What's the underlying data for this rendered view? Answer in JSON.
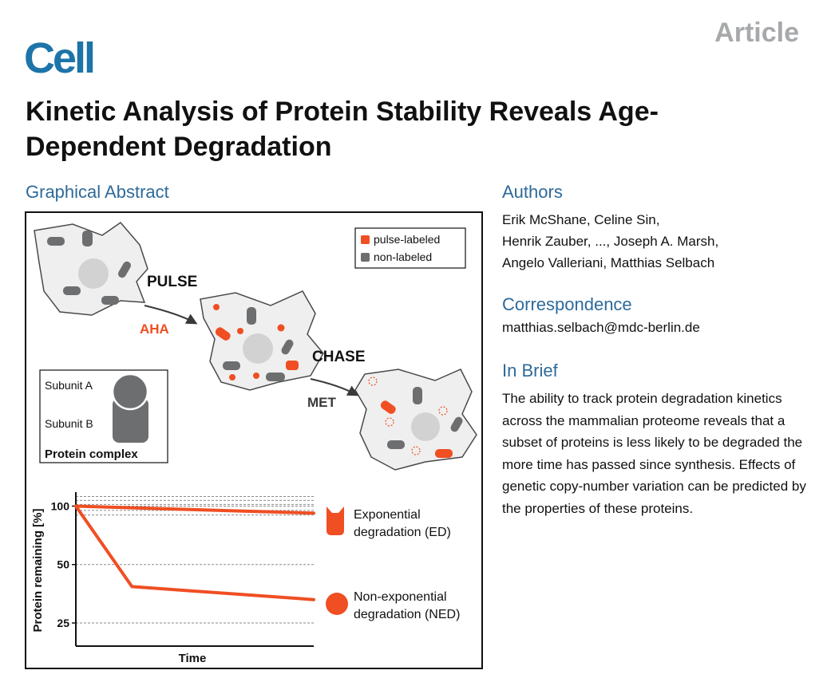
{
  "header": {
    "logo": "Cell",
    "article_type": "Article",
    "title": "Kinetic Analysis of Protein Stability Reveals Age-Dependent Degradation"
  },
  "graphical_abstract": {
    "heading": "Graphical Abstract",
    "legend": {
      "pulse": "pulse-labeled",
      "non": "non-labeled"
    },
    "labels": {
      "pulse": "PULSE",
      "aha": "AHA",
      "chase": "CHASE",
      "met": "MET",
      "subunit_a": "Subunit A",
      "subunit_b": "Subunit B",
      "protein_complex": "Protein complex"
    },
    "colors": {
      "accent": "#f04e23",
      "cell_fill": "#efefef",
      "protein_gray": "#6d6e70"
    }
  },
  "chart_data": {
    "type": "line",
    "xlabel": "Time",
    "ylabel": "Protein remaining [%]",
    "y_scale": "log",
    "ylim": [
      19,
      118
    ],
    "yticks": [
      100,
      50,
      25
    ],
    "gridlines": [
      112,
      107,
      102,
      100,
      95,
      90,
      50,
      25
    ],
    "series": [
      {
        "name_line1": "Exponential",
        "name_line2": "degradation (ED)",
        "x": [
          0,
          1
        ],
        "y": [
          100,
          92
        ]
      },
      {
        "name_line1": "Non-exponential",
        "name_line2": "degradation (NED)",
        "x": [
          0,
          0.236,
          1
        ],
        "y": [
          100,
          38.5,
          33
        ]
      }
    ]
  },
  "authors": {
    "heading": "Authors",
    "lines": [
      "Erik McShane, Celine Sin,",
      "Henrik Zauber, ..., Joseph A. Marsh,",
      "Angelo Valleriani, Matthias Selbach"
    ]
  },
  "correspondence": {
    "heading": "Correspondence",
    "email": "matthias.selbach@mdc-berlin.de"
  },
  "in_brief": {
    "heading": "In Brief",
    "text": "The ability to track protein degradation kinetics across the mammalian proteome reveals that a subset of proteins is less likely to be degraded the more time has passed since synthesis. Effects of genetic copy-number variation can be predicted by the properties of these proteins."
  }
}
